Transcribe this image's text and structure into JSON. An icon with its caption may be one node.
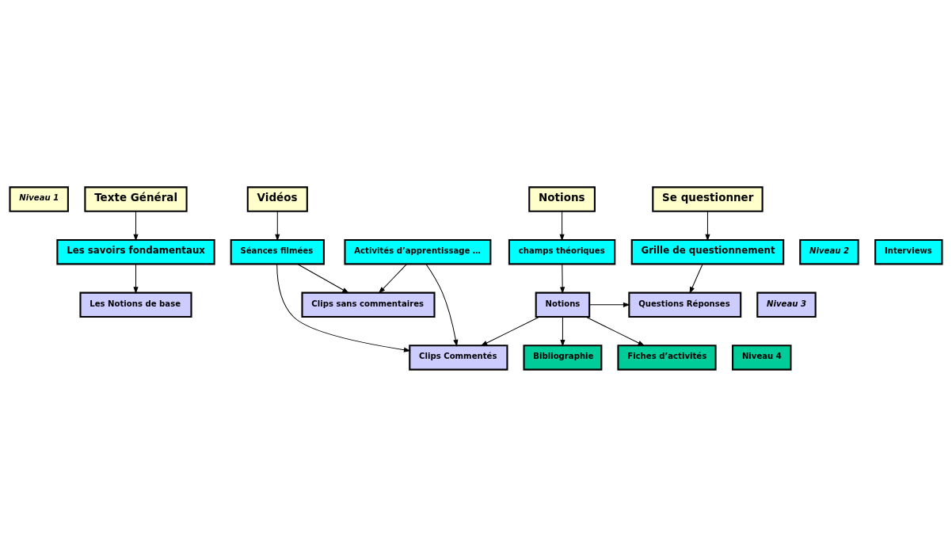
{
  "diagram": {
    "nodes": [
      {
        "text": [
          "Niveau 1"
        ]
      },
      {
        "text": [
          "Texte Général"
        ]
      },
      {
        "text": [
          "Se questionner"
        ]
      },
      {
        "text": [
          "Vidéos"
        ]
      },
      {
        "text": [
          "Notions"
        ]
      },
      {
        "text": [
          "Niveau 2"
        ]
      },
      {
        "text": [
          "Les savoirs fondamentaux"
        ]
      },
      {
        "text": [
          "Grille de questionnement"
        ]
      },
      {
        "text": [
          "Séances filmées"
        ]
      },
      {
        "text": [
          "Interviews"
        ]
      },
      {
        "text": [
          "Activités d’apprentissage …"
        ]
      },
      {
        "text": [
          "champs théoriques"
        ]
      },
      {
        "text": [
          "Niveau 3"
        ]
      },
      {
        "text": [
          "Les Notions de base"
        ]
      },
      {
        "text": [
          "Questions Réponses"
        ]
      },
      {
        "text": [
          "Clips sans commentaires"
        ]
      },
      {
        "text": [
          "Notions"
        ]
      },
      {
        "text": [
          "Clips Commentés"
        ]
      },
      {
        "text": [
          "Niveau 4"
        ]
      },
      {
        "text": [
          "Fiches d’activités"
        ]
      },
      {
        "text": [
          "Bibliographie"
        ]
      }
    ],
    "edges": [
      {
        "from": 1,
        "to": 6,
        "arrow": "to"
      },
      {
        "from": 2,
        "to": 7,
        "arrow": "to"
      },
      {
        "from": 3,
        "to": 8,
        "arrow": "to"
      },
      {
        "from": 4,
        "to": 11,
        "arrow": "to"
      },
      {
        "from": 6,
        "to": 13,
        "arrow": "to"
      },
      {
        "from": 7,
        "to": 14,
        "arrow": "to"
      },
      {
        "from": 11,
        "to": 16,
        "arrow": "to"
      },
      {
        "from": 8,
        "to": 15,
        "arrow": "to"
      },
      {
        "from": 8,
        "to": 17,
        "arrow": "to"
      },
      {
        "from": 10,
        "to": 15,
        "arrow": "to"
      },
      {
        "from": 10,
        "to": 17,
        "arrow": "to"
      },
      {
        "from": 16,
        "to": 14,
        "arrow": "to"
      },
      {
        "from": 16,
        "to": 17,
        "arrow": "to"
      },
      {
        "from": 16,
        "to": 19,
        "arrow": "to"
      },
      {
        "from": 16,
        "to": 20,
        "arrow": "to"
      }
    ]
  }
}
